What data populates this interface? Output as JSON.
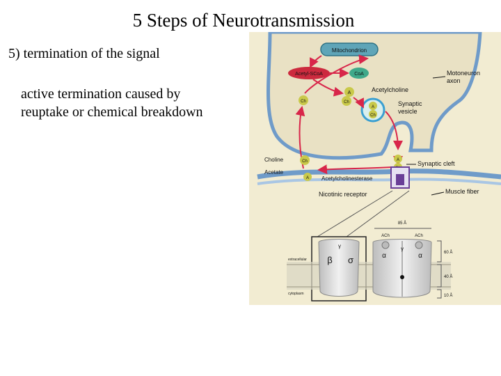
{
  "slide": {
    "title": "5 Steps of Neurotransmission",
    "step": "5) termination of the signal",
    "description_line1": "active termination caused by",
    "description_line2": "reuptake or chemical breakdown"
  },
  "diagram": {
    "mitochondrion": "Mitochondrion",
    "acetyl_scoa": "Acetyl-SCoA",
    "coa": "CoA",
    "acetylcholine": "Acetylcholine",
    "motoneuron_axon_1": "Motoneuron",
    "motoneuron_axon_2": "axon",
    "synaptic_vesicle_1": "Synaptic",
    "synaptic_vesicle_2": "vesicle",
    "choline": "Choline",
    "acetate": "Acetate",
    "acetylcholinesterase": "Acetylcholinesterase",
    "synaptic_cleft": "Synaptic cleft",
    "nicotinic_receptor": "Nicotinic receptor",
    "muscle_fiber": "Muscle fiber",
    "mol_a": "A",
    "mol_ch": "Ch",
    "receptor_width": "85 Å",
    "ach_left": "ACh",
    "ach_right": "ACh",
    "sub_gamma": "γ",
    "sub_beta": "β",
    "sub_sigma": "σ",
    "sub_alpha": "α",
    "dim_60": "60 Å",
    "dim_40": "40 Å",
    "dim_10": "10 Å",
    "extracellular": "extracellular",
    "cytoplasm": "cytoplasm"
  },
  "colors": {
    "background_panel": "#f2ecd2",
    "membrane": "#6f9bc9",
    "arrow": "#d8264a",
    "mitochondrion": "#5fa5b8",
    "acetyl_scoa": "#cc2a3e",
    "coa": "#3fa98a",
    "molecule": "#c9c94a"
  }
}
